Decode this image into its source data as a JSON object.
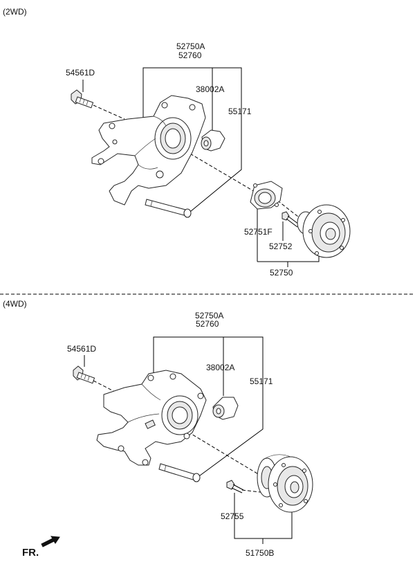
{
  "sections": {
    "top": {
      "label": "(2WD)"
    },
    "bottom": {
      "label": "(4WD)"
    }
  },
  "callouts_2wd": {
    "knuckle_a": "52750A",
    "knuckle": "52760",
    "bolt": "54561D",
    "bushing": "38002A",
    "pin": "55171",
    "bearing_cap": "52751F",
    "hub_bolt": "52752",
    "hub_assy": "52750"
  },
  "callouts_4wd": {
    "knuckle_a": "52750A",
    "knuckle": "52760",
    "bolt": "54561D",
    "bushing": "38002A",
    "pin": "55171",
    "hub_bolt": "52755",
    "hub_assy": "51750B"
  },
  "footer": {
    "front_marker": "FR."
  }
}
